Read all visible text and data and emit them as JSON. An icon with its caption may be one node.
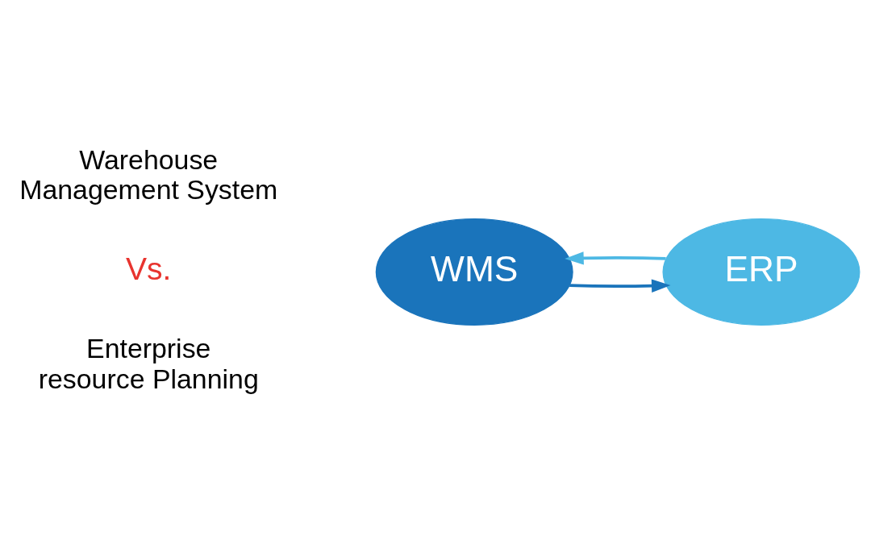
{
  "diagram": {
    "nodes": [
      {
        "text": [
          "WMS"
        ]
      },
      {
        "text": [
          "ERP"
        ]
      }
    ],
    "edges": [
      {
        "from": 0,
        "to": 1,
        "arrow": "to",
        "color": "#1a74bb"
      },
      {
        "from": 1,
        "to": 0,
        "arrow": "to",
        "color": "#4db8e4"
      }
    ],
    "labels": [
      "Warehouse Management System",
      "Vs.",
      "Enterprise resource Planning"
    ]
  }
}
